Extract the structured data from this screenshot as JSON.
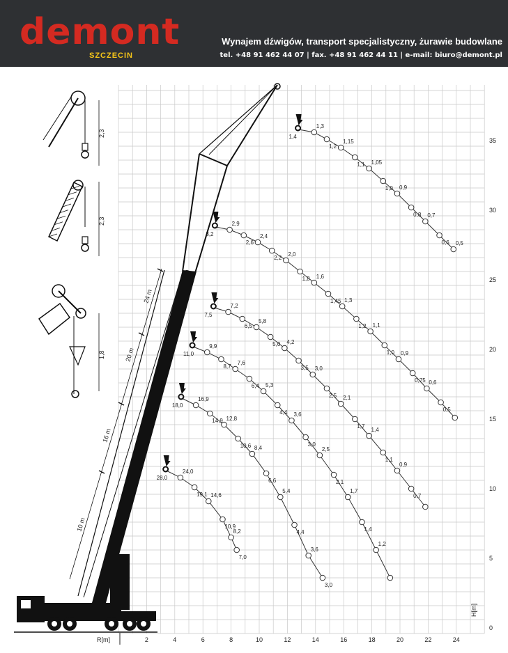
{
  "header": {
    "logo_text": "demont",
    "logo_sub": "SZCZECIN",
    "tagline": "Wynajem dźwigów, transport specjalistyczny, żurawie budowlane",
    "contact": "tel. +48 91 462 44 07 | fax. +48 91 462 44 11 | e-mail: biuro@demont.pl",
    "colors": {
      "background": "#2e3033",
      "logo_red": "#d42a21",
      "logo_yellow": "#f5c518"
    }
  },
  "chart_data": {
    "type": "scatter",
    "xlabel": "R[m]",
    "ylabel": "H[m]",
    "xlim": [
      0,
      26
    ],
    "ylim": [
      0,
      39
    ],
    "x_ticks": [
      "2",
      "4",
      "6",
      "8",
      "10",
      "12",
      "14",
      "16",
      "18",
      "20",
      "22",
      "24"
    ],
    "y_ticks": [
      "0",
      "5",
      "10",
      "15",
      "20",
      "25",
      "30",
      "35"
    ],
    "grid": true,
    "boom_sections": [
      "10 m",
      "16 m",
      "20 m",
      "24 m"
    ],
    "hook_heights": [
      "2,3",
      "2,3",
      "1,8"
    ],
    "series": [
      {
        "points": [
          [
            12.8,
            35.8
          ],
          [
            13.9,
            35.6
          ],
          [
            14.8,
            35.1
          ],
          [
            15.8,
            34.5
          ],
          [
            16.8,
            33.8
          ],
          [
            17.8,
            33.0
          ],
          [
            18.8,
            32.1
          ],
          [
            19.8,
            31.2
          ],
          [
            20.8,
            30.2
          ],
          [
            21.8,
            29.2
          ],
          [
            22.8,
            28.2
          ],
          [
            23.8,
            27.2
          ]
        ],
        "labels": [
          "1,4",
          "1,3",
          "1,2",
          "1,15",
          "1,1",
          "1,05",
          "1,0",
          "0,9",
          "0,8",
          "0,7",
          "0,6",
          "0,5"
        ]
      },
      {
        "points": [
          [
            6.9,
            28.8
          ],
          [
            7.9,
            28.6
          ],
          [
            8.9,
            28.2
          ],
          [
            9.9,
            27.7
          ],
          [
            10.9,
            27.1
          ],
          [
            11.9,
            26.4
          ],
          [
            12.9,
            25.6
          ],
          [
            13.9,
            24.8
          ],
          [
            14.9,
            24.0
          ],
          [
            15.9,
            23.1
          ],
          [
            16.9,
            22.2
          ],
          [
            17.9,
            21.3
          ],
          [
            18.9,
            20.3
          ],
          [
            19.9,
            19.3
          ],
          [
            20.9,
            18.3
          ],
          [
            21.9,
            17.2
          ],
          [
            22.9,
            16.2
          ],
          [
            23.9,
            15.1
          ]
        ],
        "labels": [
          "3,2",
          "2,9",
          "2,6",
          "2,4",
          "2,2",
          "2,0",
          "1,8",
          "1,6",
          "1,45",
          "1,3",
          "1,2",
          "1,1",
          "1,0",
          "0,9",
          "0,75",
          "0,6",
          "0,5",
          ""
        ]
      },
      {
        "points": [
          [
            6.8,
            23.0
          ],
          [
            7.8,
            22.7
          ],
          [
            8.8,
            22.2
          ],
          [
            9.8,
            21.6
          ],
          [
            10.8,
            20.9
          ],
          [
            11.8,
            20.1
          ],
          [
            12.8,
            19.2
          ],
          [
            13.8,
            18.2
          ],
          [
            14.8,
            17.2
          ],
          [
            15.8,
            16.1
          ],
          [
            16.8,
            15.0
          ],
          [
            17.8,
            13.8
          ],
          [
            18.8,
            12.6
          ],
          [
            19.8,
            11.3
          ],
          [
            20.8,
            10.0
          ],
          [
            21.8,
            8.7
          ]
        ],
        "labels": [
          "7,5",
          "7,2",
          "6,5",
          "5,8",
          "5,0",
          "4,2",
          "3,5",
          "3,0",
          "2,5",
          "2,1",
          "1,7",
          "1,4",
          "1,1",
          "0,9",
          "0,7",
          ""
        ]
      },
      {
        "points": [
          [
            5.3,
            20.2
          ],
          [
            6.3,
            19.8
          ],
          [
            7.3,
            19.3
          ],
          [
            8.3,
            18.6
          ],
          [
            9.3,
            17.9
          ],
          [
            10.3,
            17.0
          ],
          [
            11.3,
            16.0
          ],
          [
            12.3,
            14.9
          ],
          [
            13.3,
            13.7
          ],
          [
            14.3,
            12.4
          ],
          [
            15.3,
            11.0
          ],
          [
            16.3,
            9.4
          ],
          [
            17.3,
            7.6
          ],
          [
            18.3,
            5.6
          ],
          [
            19.3,
            3.6
          ]
        ],
        "labels": [
          "11,0",
          "9,9",
          "8,7",
          "7,6",
          "6,4",
          "5,3",
          "4,4",
          "3,6",
          "3,0",
          "2,5",
          "2,1",
          "1,7",
          "1,4",
          "1,2",
          ""
        ]
      },
      {
        "points": [
          [
            4.5,
            16.5
          ],
          [
            5.5,
            16.0
          ],
          [
            6.5,
            15.4
          ],
          [
            7.5,
            14.6
          ],
          [
            8.5,
            13.6
          ],
          [
            9.5,
            12.5
          ],
          [
            10.5,
            11.1
          ],
          [
            11.5,
            9.4
          ],
          [
            12.5,
            7.4
          ],
          [
            13.5,
            5.2
          ],
          [
            14.5,
            3.6
          ]
        ],
        "labels": [
          "18,0",
          "16,9",
          "14,9",
          "12,8",
          "10,6",
          "8,4",
          "6,6",
          "5,4",
          "4,4",
          "3,6",
          "3,0"
        ]
      },
      {
        "points": [
          [
            3.4,
            11.3
          ],
          [
            4.4,
            10.8
          ],
          [
            5.4,
            10.1
          ],
          [
            6.4,
            9.1
          ],
          [
            7.4,
            7.8
          ],
          [
            8.0,
            6.5
          ],
          [
            8.4,
            5.6
          ]
        ],
        "labels": [
          "28,0",
          "24,0",
          "19,1",
          "14,6",
          "10,9",
          "8,2",
          "7,0"
        ]
      }
    ]
  }
}
